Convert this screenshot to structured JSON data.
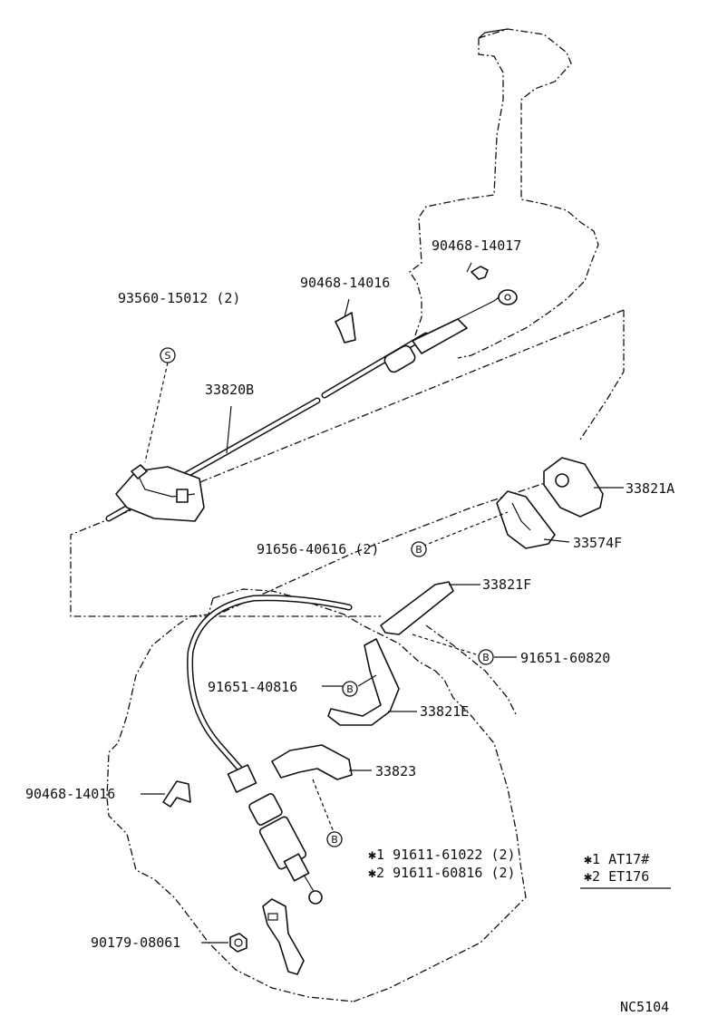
{
  "labels": {
    "p93560": "93560-15012 (2)",
    "p90468_14016_top": "90468-14016",
    "p90468_14017": "90468-14017",
    "p33820b": "33820B",
    "p33821a": "33821A",
    "p33574f": "33574F",
    "p91656": "91656-40616 (2)",
    "p33821f": "33821F",
    "p91651_60820": "91651-60820",
    "p91651_40816": "91651-40816",
    "p33821e": "33821E",
    "p33823": "33823",
    "p90468_14016_bot": "90468-14016",
    "p91611_61022": "✱1  91611-61022 (2)",
    "p91611_60816": "✱2  91611-60816 (2)",
    "p90179": "90179-08061",
    "note1": "✱1  AT17#",
    "note2": "✱2  ET176",
    "code": "NC5104"
  },
  "symbols": {
    "s": "S",
    "b": "B"
  }
}
